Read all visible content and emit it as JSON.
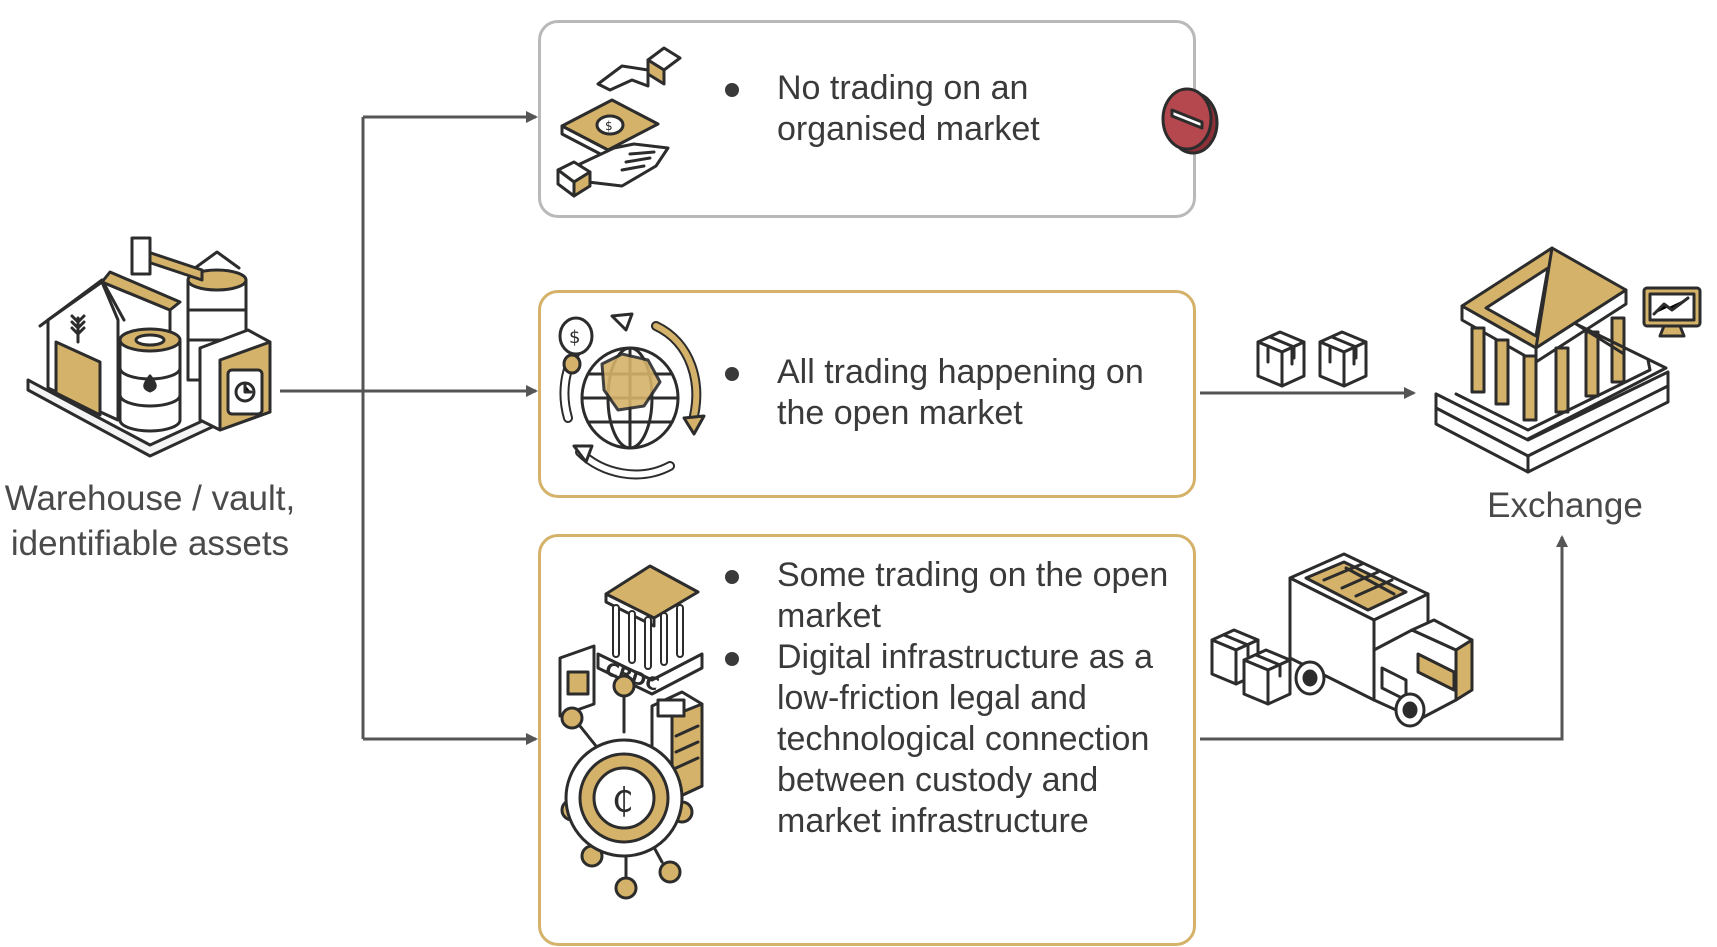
{
  "source": {
    "label": "Warehouse / vault, identifiable assets",
    "icon": "warehouse-icon"
  },
  "destination": {
    "label": "Exchange",
    "icon": "exchange-building-icon"
  },
  "scenarios": [
    {
      "id": "no-trading",
      "bullets": [
        "No trading on an organised market"
      ],
      "icon": "hand-exchange-money-icon",
      "status_icon": "no-entry-icon",
      "border_color": "#b9b9b9"
    },
    {
      "id": "open-market",
      "bullets": [
        "All trading happening on the open market"
      ],
      "icon": "global-currency-cycle-icon",
      "border_color": "#d4b26a"
    },
    {
      "id": "hybrid",
      "bullets": [
        "Some trading on the open market",
        "Digital infrastructure as a low-friction legal and technological connection between custody and market infrastructure"
      ],
      "icon": "cbdc-digital-infrastructure-icon",
      "cbdc_text": "CBDC",
      "border_color": "#d4b26a"
    }
  ],
  "colors": {
    "gold": "#d4b26a",
    "grey_border": "#b9b9b9",
    "arrow": "#555555",
    "stop_red": "#b5474f",
    "text": "#3a3a3a"
  }
}
